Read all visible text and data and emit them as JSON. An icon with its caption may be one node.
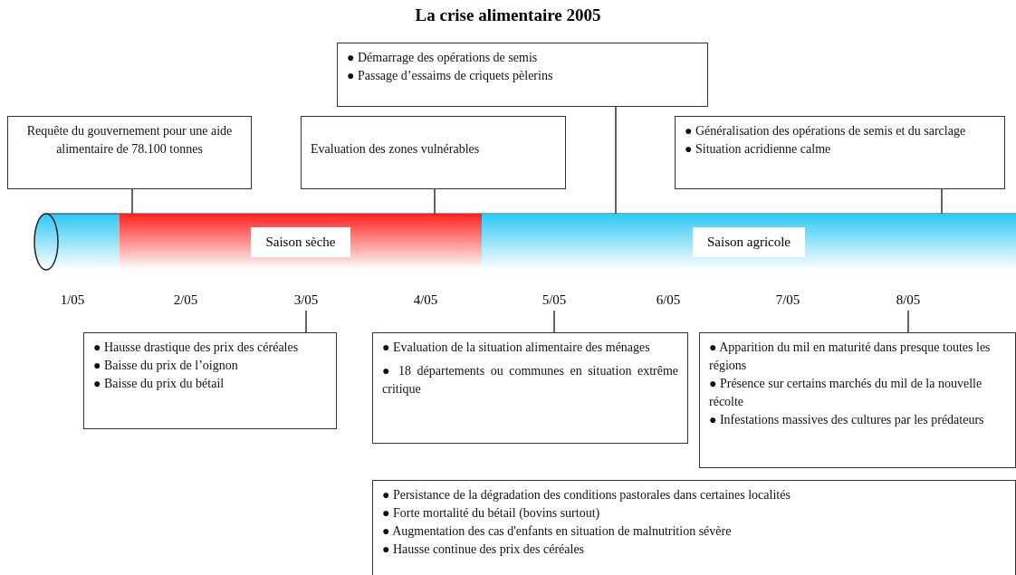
{
  "diagram": {
    "title": "La crise alimentaire 2005",
    "nodes": [
      {
        "text": [
          "Requête du gouvernement pour une aide alimentaire de 78.100 tonnes"
        ]
      },
      {
        "text": [
          "● Démarrage des opérations de semis",
          "● Passage d’essaims de criquets pèlerins"
        ]
      },
      {
        "text": [
          "Evaluation des zones vulnérables"
        ]
      },
      {
        "text": [
          "● Généralisation des opérations de semis et du sarclage",
          "● Situation acridienne calme"
        ]
      },
      {
        "text": [
          "Saison sèche"
        ]
      },
      {
        "text": [
          "Saison agricole"
        ]
      },
      {
        "text": [
          "3/05"
        ]
      },
      {
        "text": [
          "5/05"
        ]
      },
      {
        "text": [
          "8/05"
        ]
      },
      {
        "text": [
          "● Hausse drastique des prix des céréales",
          "● Baisse du prix de l’oignon",
          "● Baisse du prix du bétail"
        ]
      },
      {
        "text": [
          "● Evaluation de la situation alimentaire des ménages",
          "● 18 départements ou communes en situation extrême critique"
        ]
      },
      {
        "text": [
          "● Apparition du mil en maturité dans presque toutes les régions",
          "● Présence sur certains marchés du mil de la nouvelle récolte",
          "● Infestations massives des cultures par les prédateurs"
        ]
      },
      {
        "text": [
          "● Persistance de la dégradation des conditions pastorales dans certaines localités",
          "● Forte mortalité du bétail (bovins surtout)",
          "● Augmentation des cas d'enfants en situation de malnutrition sévère",
          "● Hausse continue des prix des céréales"
        ]
      }
    ],
    "edges": [
      {
        "from": 0,
        "to": 4,
        "arrow": "none"
      },
      {
        "from": 2,
        "to": 4,
        "arrow": "none"
      },
      {
        "from": 1,
        "to": 5,
        "arrow": "none"
      },
      {
        "from": 3,
        "to": 5,
        "arrow": "none"
      },
      {
        "from": 6,
        "to": 9,
        "arrow": "none"
      },
      {
        "from": 7,
        "to": 10,
        "arrow": "none"
      },
      {
        "from": 8,
        "to": 11,
        "arrow": "none"
      }
    ],
    "labels": [
      "1/05",
      "2/05",
      "4/05",
      "6/05",
      "7/05"
    ]
  }
}
